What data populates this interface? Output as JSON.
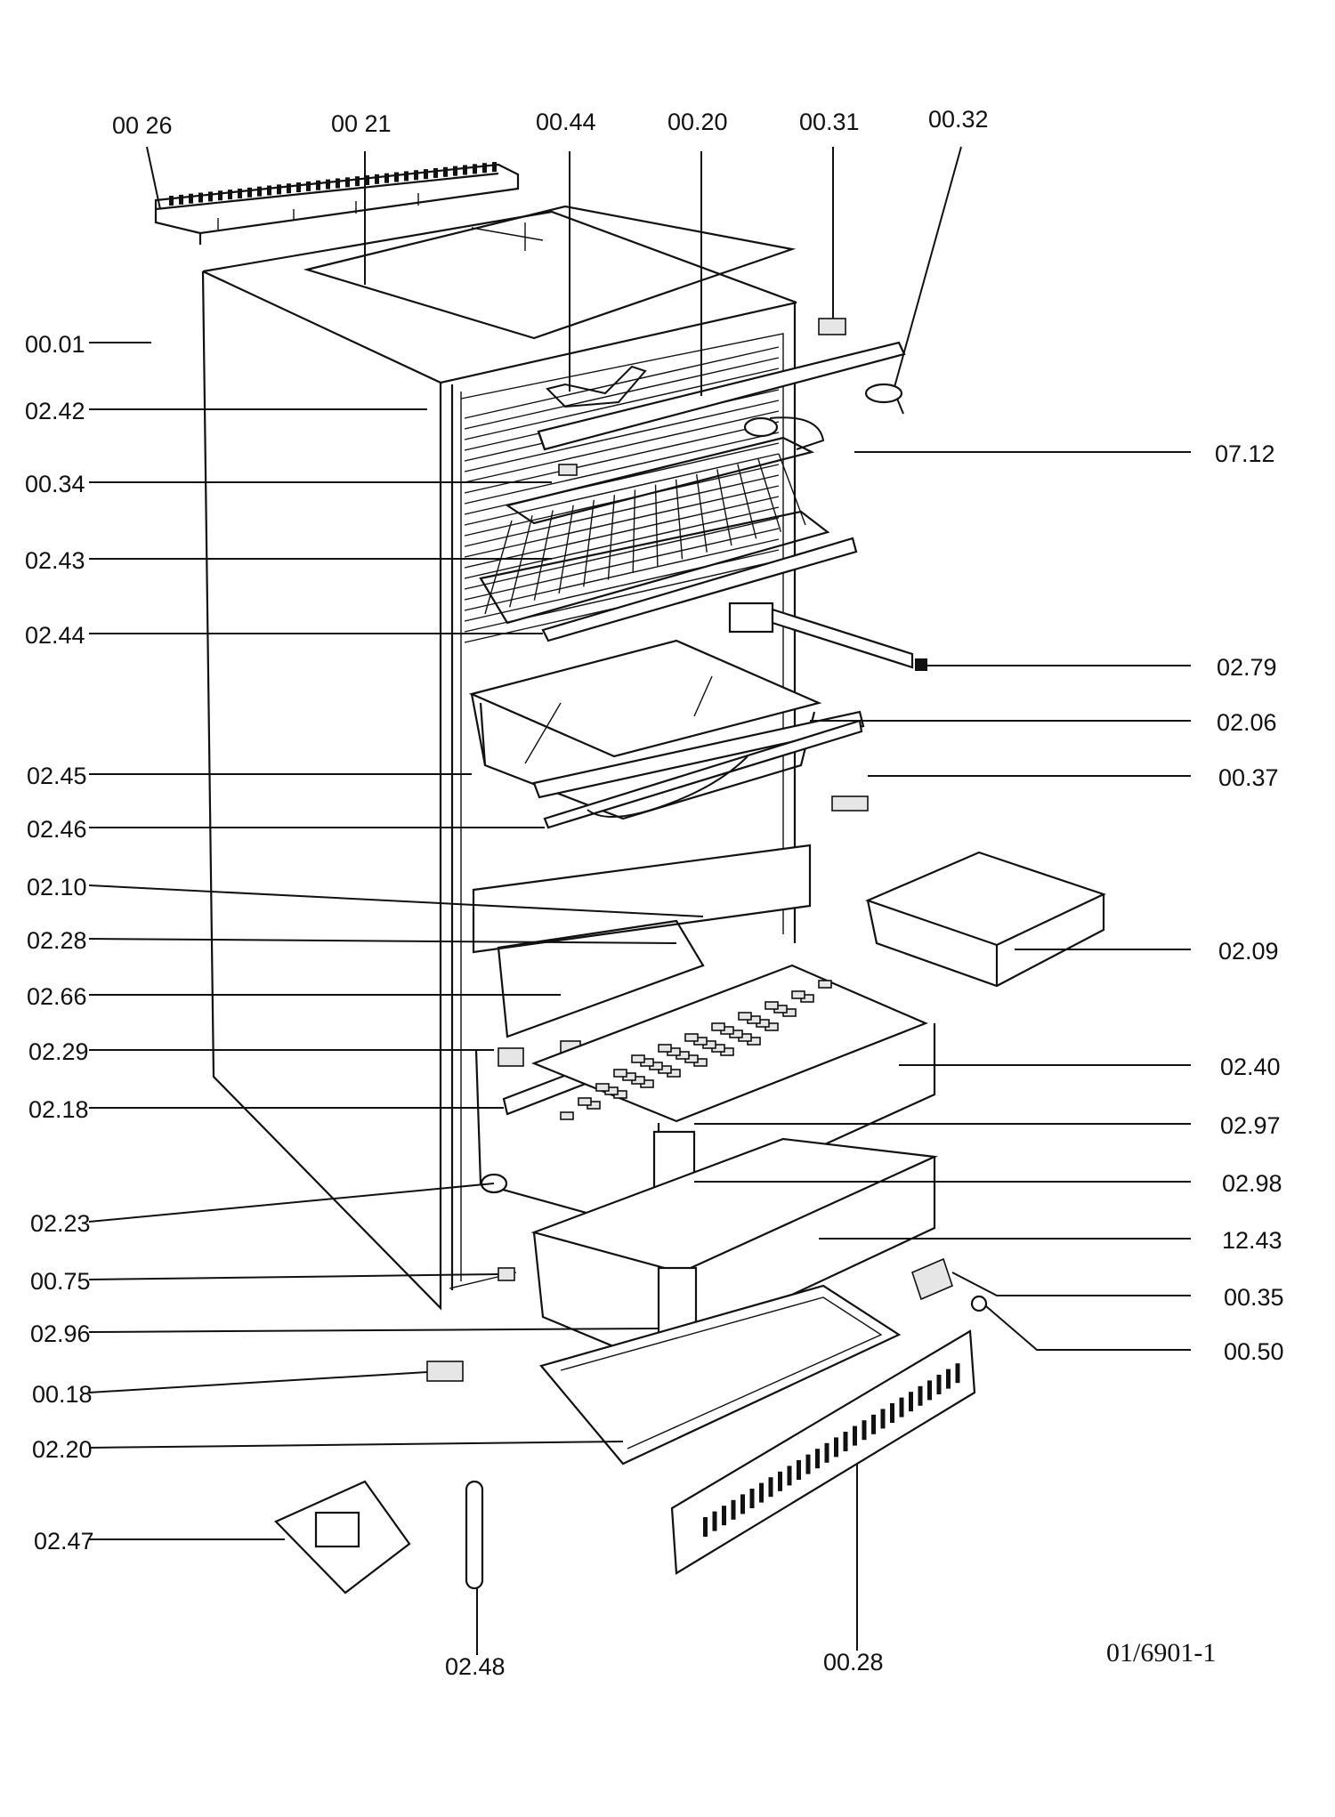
{
  "parts_left": [
    {
      "id": "p0001",
      "label": "00.01"
    },
    {
      "id": "p0242",
      "label": "02.42"
    },
    {
      "id": "p0034",
      "label": "00.34"
    },
    {
      "id": "p0243",
      "label": "02.43"
    },
    {
      "id": "p0244",
      "label": "02.44"
    },
    {
      "id": "p0245",
      "label": "02.45"
    },
    {
      "id": "p0246",
      "label": "02.46"
    },
    {
      "id": "p0210",
      "label": "02.10"
    },
    {
      "id": "p0228",
      "label": "02.28"
    },
    {
      "id": "p0266",
      "label": "02.66"
    },
    {
      "id": "p0229",
      "label": "02.29"
    },
    {
      "id": "p0218",
      "label": "02.18"
    },
    {
      "id": "p0223",
      "label": "02.23"
    },
    {
      "id": "p0075",
      "label": "00.75"
    },
    {
      "id": "p0296",
      "label": "02.96"
    },
    {
      "id": "p0018",
      "label": "00.18"
    },
    {
      "id": "p0220",
      "label": "02.20"
    },
    {
      "id": "p0247",
      "label": "02.47"
    }
  ],
  "parts_right": [
    {
      "id": "p0712",
      "label": "07.12"
    },
    {
      "id": "p0279",
      "label": "02.79"
    },
    {
      "id": "p0206",
      "label": "02.06"
    },
    {
      "id": "p0037",
      "label": "00.37"
    },
    {
      "id": "p0209",
      "label": "02.09"
    },
    {
      "id": "p0240",
      "label": "02.40"
    },
    {
      "id": "p0297",
      "label": "02.97"
    },
    {
      "id": "p0298",
      "label": "02.98"
    },
    {
      "id": "p1243",
      "label": "12.43"
    },
    {
      "id": "p0035",
      "label": "00.35"
    },
    {
      "id": "p0050",
      "label": "00.50"
    }
  ],
  "parts_top": [
    {
      "id": "p0026",
      "label": "00 26"
    },
    {
      "id": "p0021",
      "label": "00 21"
    },
    {
      "id": "p0044",
      "label": "00.44"
    },
    {
      "id": "p0020",
      "label": "00.20"
    },
    {
      "id": "p0031",
      "label": "00.31"
    },
    {
      "id": "p0032",
      "label": "00.32"
    }
  ],
  "parts_bottom": [
    {
      "id": "p0248",
      "label": "02.48"
    },
    {
      "id": "p0028",
      "label": "00.28"
    }
  ],
  "document_id": "01/6901-1"
}
